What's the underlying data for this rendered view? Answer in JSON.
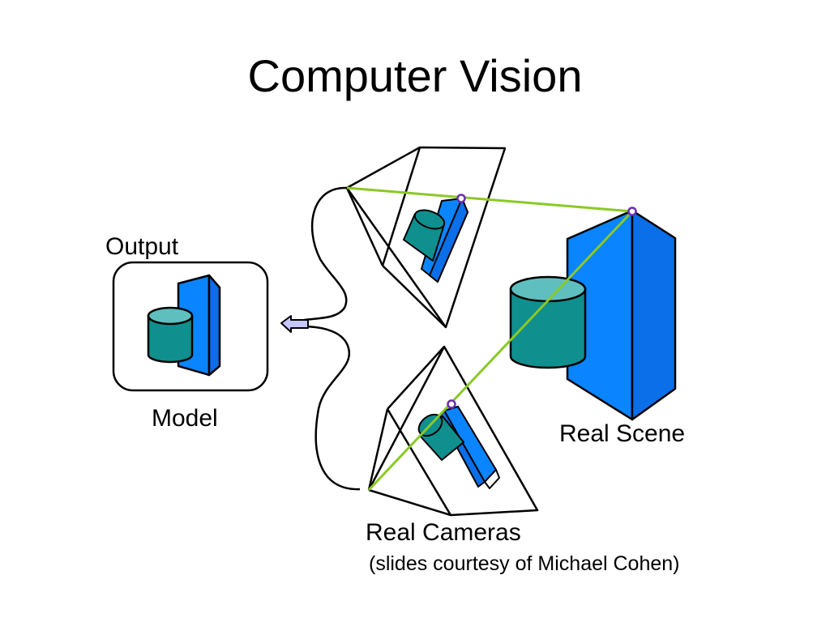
{
  "slide": {
    "title": "Computer Vision",
    "labels": {
      "output": "Output",
      "model": "Model",
      "real_scene": "Real Scene",
      "real_cameras": "Real Cameras",
      "credit": "(slides courtesy of Michael Cohen)"
    }
  },
  "colors": {
    "prism_blue": "#0a84ff",
    "prism_dark": "#0a5fd6",
    "cylinder_teal": "#108f8f",
    "cylinder_top": "#5fbfbf",
    "ray_green": "#8ac926",
    "point_marker": "#6a2fb0",
    "arrow_fill": "#c6c6ff"
  },
  "icons": [
    "model-arrow-icon",
    "ray-point-icon"
  ]
}
